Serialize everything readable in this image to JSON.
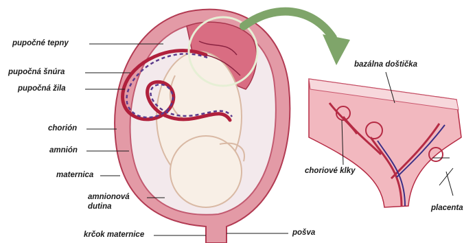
{
  "labels": {
    "umbilical_arteries": "pupočné tepny",
    "umbilical_cord": "pupočná šnúra",
    "umbilical_vein": "pupočná žila",
    "chorion": "chorión",
    "amnion": "amnión",
    "uterus": "maternica",
    "amniotic_cavity": "amnionová dutina",
    "cervix": "krčok maternice",
    "vagina": "pošva",
    "basal_plate": "bazálna doštička",
    "chorionic_villi": "choriové klky",
    "placenta": "placenta"
  },
  "colors": {
    "uterus_wall": "#e39aa6",
    "uterus_dark": "#b23a52",
    "amniotic_fluid": "#f3e9ec",
    "fetus": "#f8efe6",
    "fetus_outline": "#d9b9a4",
    "vein": "#b0203c",
    "artery": "#5a3a8c",
    "arrow": "#7fa56a",
    "placenta_tissue": "#f2b8bf",
    "placenta_vessel": "#b52b44"
  }
}
